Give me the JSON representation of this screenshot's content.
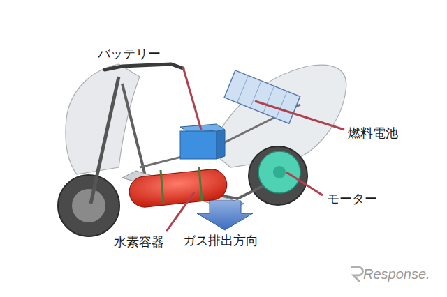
{
  "diagram": {
    "labels": [
      "バッテリー",
      "燃料電池",
      "モーター",
      "水素容器",
      "ガス排出方向",
      "Response."
    ]
  }
}
